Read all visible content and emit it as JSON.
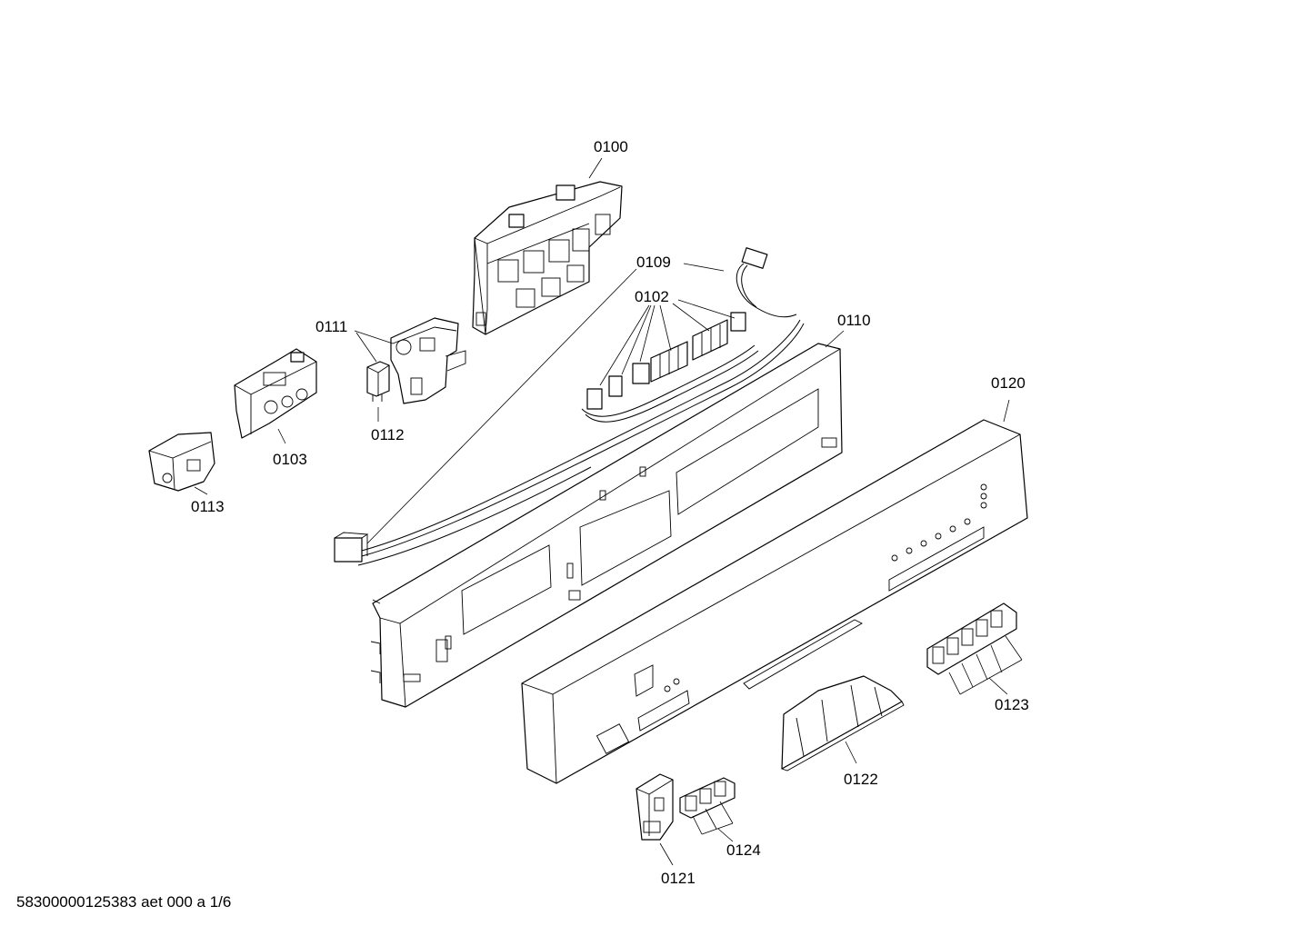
{
  "callouts": {
    "c0100": "0100",
    "c0109": "0109",
    "c0102": "0102",
    "c0110": "0110",
    "c0111": "0111",
    "c0112": "0112",
    "c0103": "0103",
    "c0113": "0113",
    "c0120": "0120",
    "c0123": "0123",
    "c0122": "0122",
    "c0124": "0124",
    "c0121": "0121"
  },
  "footer": {
    "document_id": "58300000125383 aet 000 a 1/6"
  }
}
